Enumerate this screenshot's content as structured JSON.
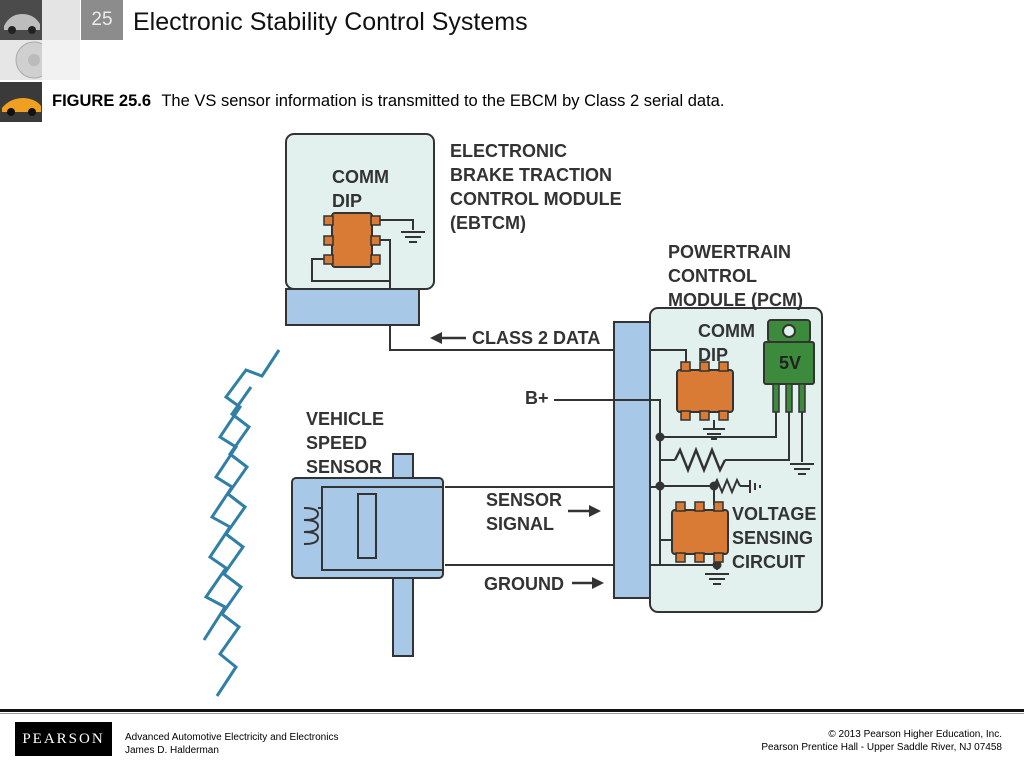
{
  "header": {
    "chapter_number": "25",
    "title": "Electronic Stability Control Systems"
  },
  "caption": {
    "figure_label": "FIGURE 25.6",
    "text": "The VS sensor information is transmitted to the EBCM by Class 2 serial data."
  },
  "diagram": {
    "ebtcm": {
      "comm_line1": "COMM",
      "comm_line2": "DIP",
      "name_line1": "ELECTRONIC",
      "name_line2": "BRAKE TRACTION",
      "name_line3": "CONTROL MODULE",
      "name_line4": "(EBTCM)"
    },
    "pcm": {
      "name_line1": "POWERTRAIN",
      "name_line2": "CONTROL",
      "name_line3": "MODULE (PCM)",
      "comm_line1": "COMM",
      "comm_line2": "DIP",
      "regulator_label": "5V",
      "voltage_line1": "VOLTAGE",
      "voltage_line2": "SENSING",
      "voltage_line3": "CIRCUIT"
    },
    "signals": {
      "class2": "CLASS 2 DATA",
      "bplus": "B+",
      "sensor_line1": "SENSOR",
      "sensor_line2": "SIGNAL",
      "ground": "GROUND"
    },
    "vss": {
      "line1": "VEHICLE",
      "line2": "SPEED",
      "line3": "SENSOR"
    },
    "colors": {
      "module_fill": "#e2f1ee",
      "connector_fill": "#a8c8e8",
      "chip_fill": "#d97a35",
      "regulator_fill": "#3c8a3c",
      "wave_stroke": "#2f7fa6",
      "wire": "#333333"
    }
  },
  "footer": {
    "logo": "PEARSON",
    "book_title": "Advanced Automotive Electricity and Electronics",
    "author": "James D. Halderman",
    "copyright": "© 2013  Pearson Higher Education, Inc.",
    "publisher": "Pearson Prentice Hall - Upper Saddle River, NJ 07458"
  }
}
